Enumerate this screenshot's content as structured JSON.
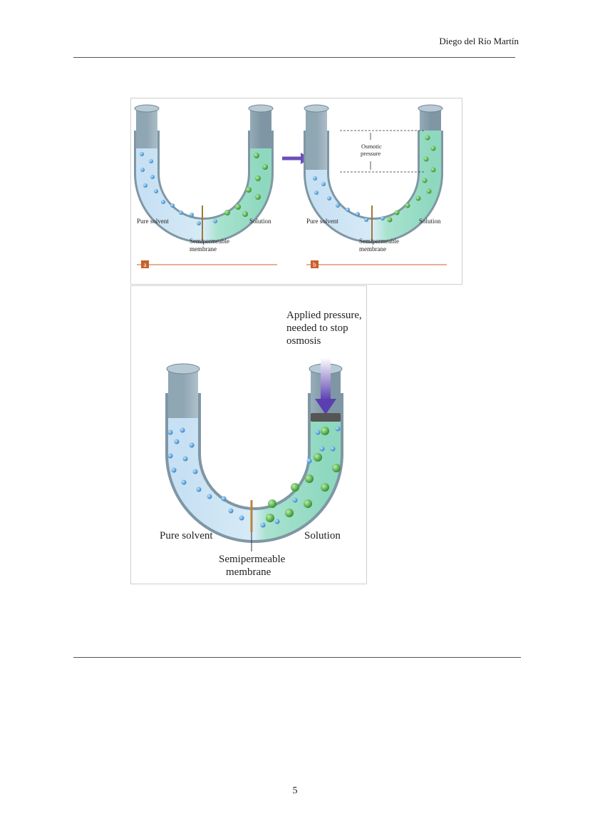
{
  "header": {
    "author": "Diego del Río Martín"
  },
  "figure_top": {
    "panel_a": {
      "left_label": "Pure solvent",
      "right_label": "Solution",
      "membrane_label_1": "Semipermeable",
      "membrane_label_2": "membrane",
      "tag": "a"
    },
    "panel_b": {
      "left_label": "Pure solvent",
      "right_label": "Solution",
      "membrane_label_1": "Semipermeable",
      "membrane_label_2": "membrane",
      "tag": "b",
      "osmotic_label_1": "Osmotic",
      "osmotic_label_2": "pressure"
    }
  },
  "figure_bottom": {
    "pressure_label_1": "Applied pressure,",
    "pressure_label_2": "needed to stop",
    "pressure_label_3": "osmosis",
    "left_label": "Pure solvent",
    "right_label": "Solution",
    "membrane_label_1": "Semipermeable",
    "membrane_label_2": "membrane"
  },
  "footer": {
    "page_number": "5"
  },
  "colors": {
    "solvent_dot": "#3a8fd0",
    "solute_dot": "#3f9a3a",
    "water_left": "#cfe6f6",
    "water_right": "#bfe9dc",
    "tag": "#c8602a",
    "arrow": "#6a4fb8"
  }
}
